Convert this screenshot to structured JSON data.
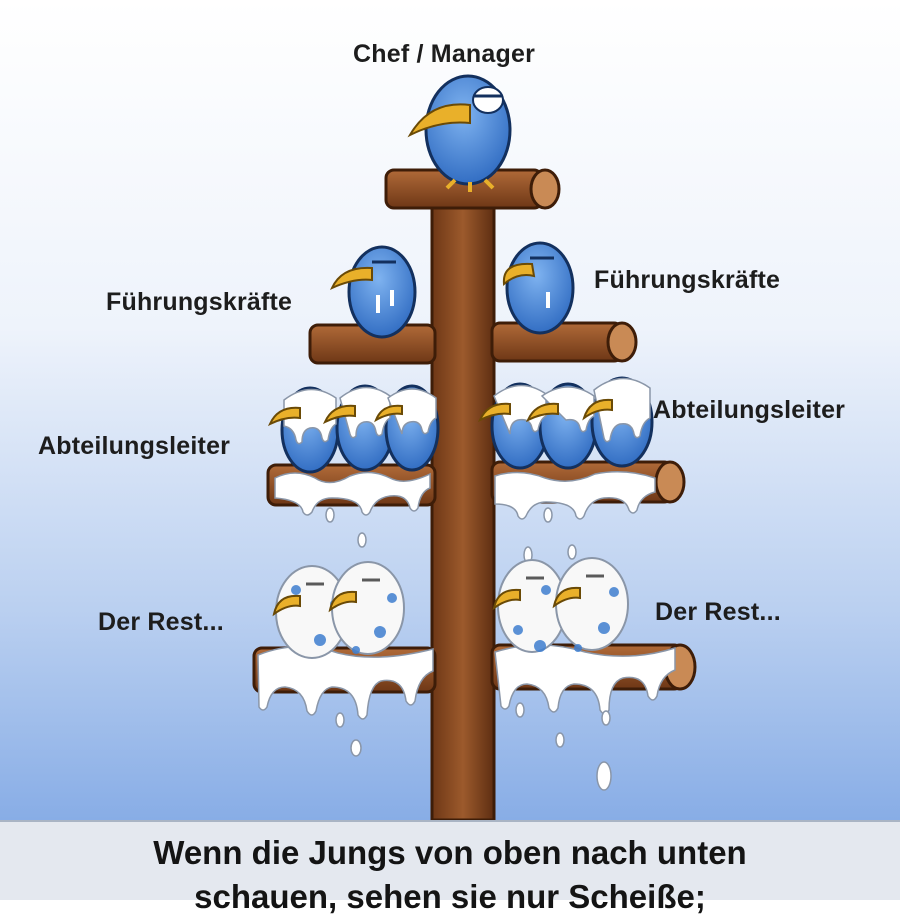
{
  "labels": {
    "top": "Chef / Manager",
    "mid_left": "Führungskräfte",
    "mid_right": "Führungskräfte",
    "dept_left": "Abteilungsleiter",
    "dept_right": "Abteilungsleiter",
    "rest_left": "Der Rest...",
    "rest_right": "Der Rest..."
  },
  "caption": {
    "line1": "Wenn die Jungs von oben nach unten",
    "line2": "schauen, sehen sie nur Scheiße;"
  },
  "colors": {
    "bird_blue": "#3f7fd0",
    "wood": "#8a4a22",
    "beak": "#e9b02a",
    "sky_bottom": "#88ade6"
  }
}
